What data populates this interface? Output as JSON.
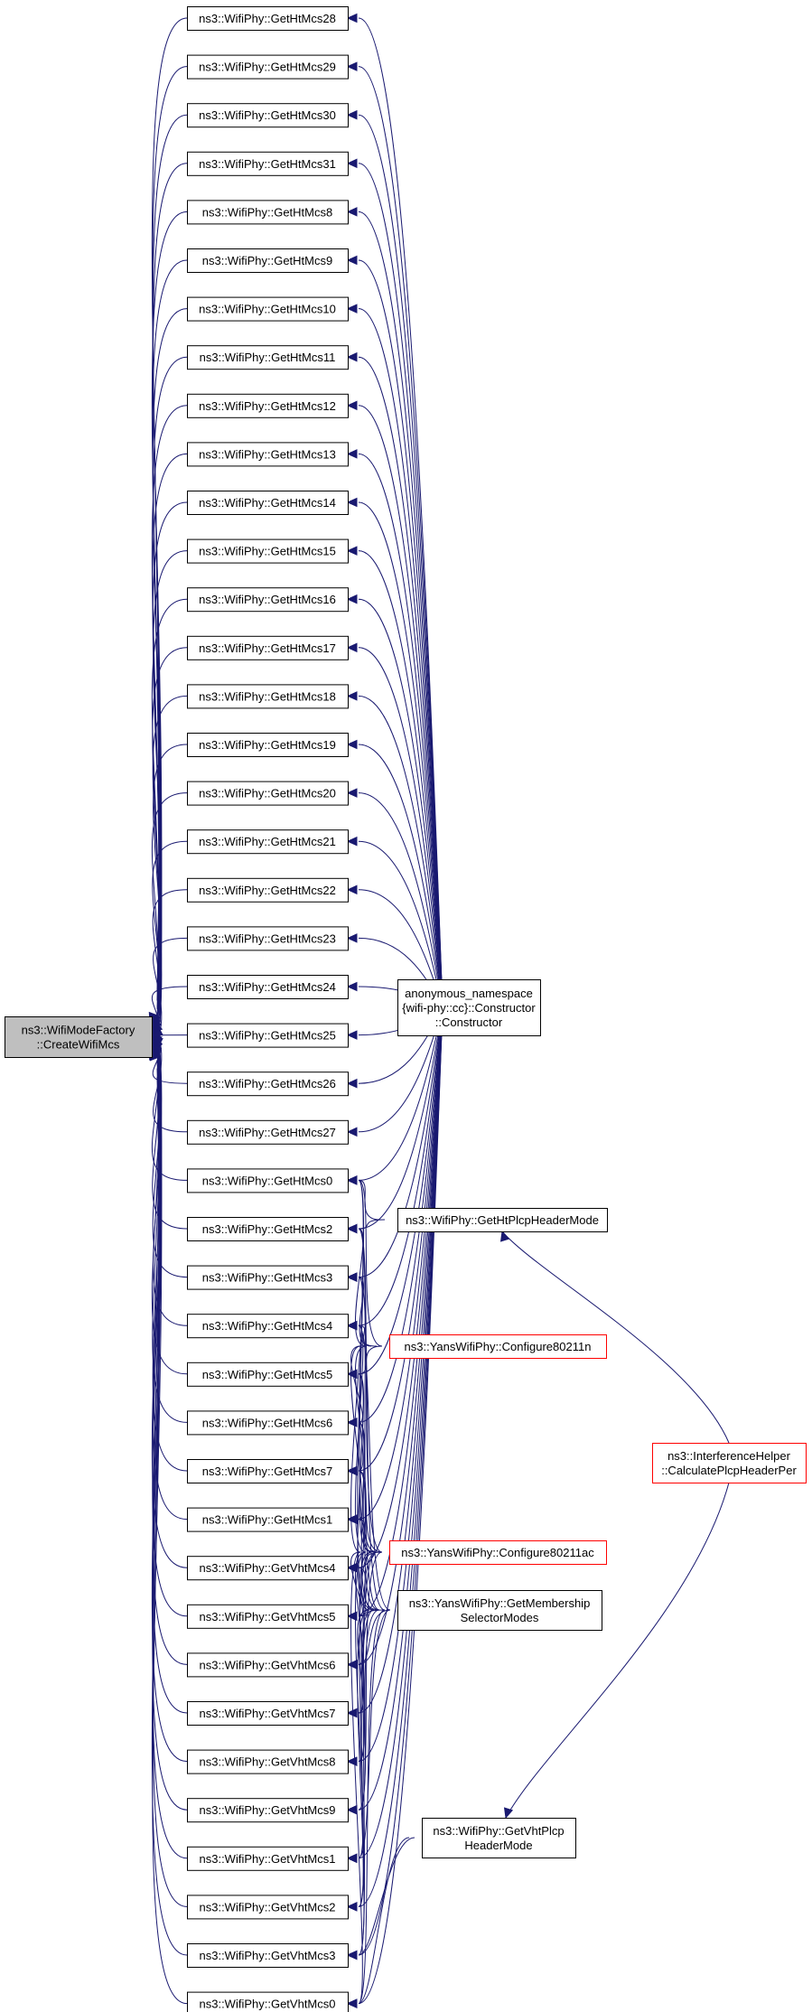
{
  "colors": {
    "edge": "#191970",
    "border": "#000000",
    "border_highlight": "#ff0000",
    "focus_fill": "#bfbfbf",
    "node_fill": "#ffffff",
    "text": "#000000"
  },
  "focus": {
    "id": "createWifiMcs",
    "lines": [
      "ns3::WifiModeFactory",
      "::CreateWifiMcs"
    ]
  },
  "nodes": [
    {
      "id": "ht28",
      "lines": [
        "ns3::WifiPhy::GetHtMcs28"
      ]
    },
    {
      "id": "ht29",
      "lines": [
        "ns3::WifiPhy::GetHtMcs29"
      ]
    },
    {
      "id": "ht30",
      "lines": [
        "ns3::WifiPhy::GetHtMcs30"
      ]
    },
    {
      "id": "ht31",
      "lines": [
        "ns3::WifiPhy::GetHtMcs31"
      ]
    },
    {
      "id": "ht8",
      "lines": [
        "ns3::WifiPhy::GetHtMcs8"
      ]
    },
    {
      "id": "ht9",
      "lines": [
        "ns3::WifiPhy::GetHtMcs9"
      ]
    },
    {
      "id": "ht10",
      "lines": [
        "ns3::WifiPhy::GetHtMcs10"
      ]
    },
    {
      "id": "ht11",
      "lines": [
        "ns3::WifiPhy::GetHtMcs11"
      ]
    },
    {
      "id": "ht12",
      "lines": [
        "ns3::WifiPhy::GetHtMcs12"
      ]
    },
    {
      "id": "ht13",
      "lines": [
        "ns3::WifiPhy::GetHtMcs13"
      ]
    },
    {
      "id": "ht14",
      "lines": [
        "ns3::WifiPhy::GetHtMcs14"
      ]
    },
    {
      "id": "ht15",
      "lines": [
        "ns3::WifiPhy::GetHtMcs15"
      ]
    },
    {
      "id": "ht16",
      "lines": [
        "ns3::WifiPhy::GetHtMcs16"
      ]
    },
    {
      "id": "ht17",
      "lines": [
        "ns3::WifiPhy::GetHtMcs17"
      ]
    },
    {
      "id": "ht18",
      "lines": [
        "ns3::WifiPhy::GetHtMcs18"
      ]
    },
    {
      "id": "ht19",
      "lines": [
        "ns3::WifiPhy::GetHtMcs19"
      ]
    },
    {
      "id": "ht20",
      "lines": [
        "ns3::WifiPhy::GetHtMcs20"
      ]
    },
    {
      "id": "ht21",
      "lines": [
        "ns3::WifiPhy::GetHtMcs21"
      ]
    },
    {
      "id": "ht22",
      "lines": [
        "ns3::WifiPhy::GetHtMcs22"
      ]
    },
    {
      "id": "ht23",
      "lines": [
        "ns3::WifiPhy::GetHtMcs23"
      ]
    },
    {
      "id": "ht24",
      "lines": [
        "ns3::WifiPhy::GetHtMcs24"
      ]
    },
    {
      "id": "ht25",
      "lines": [
        "ns3::WifiPhy::GetHtMcs25"
      ]
    },
    {
      "id": "ht26",
      "lines": [
        "ns3::WifiPhy::GetHtMcs26"
      ]
    },
    {
      "id": "ht27",
      "lines": [
        "ns3::WifiPhy::GetHtMcs27"
      ]
    },
    {
      "id": "ht0",
      "lines": [
        "ns3::WifiPhy::GetHtMcs0"
      ]
    },
    {
      "id": "ht2",
      "lines": [
        "ns3::WifiPhy::GetHtMcs2"
      ]
    },
    {
      "id": "ht3",
      "lines": [
        "ns3::WifiPhy::GetHtMcs3"
      ]
    },
    {
      "id": "ht4",
      "lines": [
        "ns3::WifiPhy::GetHtMcs4"
      ]
    },
    {
      "id": "ht5",
      "lines": [
        "ns3::WifiPhy::GetHtMcs5"
      ]
    },
    {
      "id": "ht6",
      "lines": [
        "ns3::WifiPhy::GetHtMcs6"
      ]
    },
    {
      "id": "ht7",
      "lines": [
        "ns3::WifiPhy::GetHtMcs7"
      ]
    },
    {
      "id": "ht1",
      "lines": [
        "ns3::WifiPhy::GetHtMcs1"
      ]
    },
    {
      "id": "vht4",
      "lines": [
        "ns3::WifiPhy::GetVhtMcs4"
      ]
    },
    {
      "id": "vht5",
      "lines": [
        "ns3::WifiPhy::GetVhtMcs5"
      ]
    },
    {
      "id": "vht6",
      "lines": [
        "ns3::WifiPhy::GetVhtMcs6"
      ]
    },
    {
      "id": "vht7",
      "lines": [
        "ns3::WifiPhy::GetVhtMcs7"
      ]
    },
    {
      "id": "vht8",
      "lines": [
        "ns3::WifiPhy::GetVhtMcs8"
      ]
    },
    {
      "id": "vht9",
      "lines": [
        "ns3::WifiPhy::GetVhtMcs9"
      ]
    },
    {
      "id": "vht1",
      "lines": [
        "ns3::WifiPhy::GetVhtMcs1"
      ]
    },
    {
      "id": "vht2",
      "lines": [
        "ns3::WifiPhy::GetVhtMcs2"
      ]
    },
    {
      "id": "vht3",
      "lines": [
        "ns3::WifiPhy::GetVhtMcs3"
      ]
    },
    {
      "id": "vht0",
      "lines": [
        "ns3::WifiPhy::GetVhtMcs0"
      ]
    },
    {
      "id": "anon",
      "lines": [
        "anonymous_namespace",
        "{wifi-phy::cc}::Constructor",
        "::Constructor"
      ]
    },
    {
      "id": "htPlcp",
      "lines": [
        "ns3::WifiPhy::GetHtPlcpHeaderMode"
      ]
    },
    {
      "id": "cfg11n",
      "lines": [
        "ns3::YansWifiPhy::Configure80211n"
      ],
      "highlight": true
    },
    {
      "id": "cfg11ac",
      "lines": [
        "ns3::YansWifiPhy::Configure80211ac"
      ],
      "highlight": true
    },
    {
      "id": "getMem",
      "lines": [
        "ns3::YansWifiPhy::GetMembership",
        "SelectorModes"
      ]
    },
    {
      "id": "vhtPlcp",
      "lines": [
        "ns3::WifiPhy::GetVhtPlcp",
        "HeaderMode"
      ]
    },
    {
      "id": "calcPer",
      "lines": [
        "ns3::InterferenceHelper",
        "::CalculatePlcpHeaderPer"
      ],
      "highlight": true
    }
  ],
  "edges": [
    {
      "from": "anon",
      "to": "ht28"
    },
    {
      "from": "anon",
      "to": "ht29"
    },
    {
      "from": "anon",
      "to": "ht30"
    },
    {
      "from": "anon",
      "to": "ht31"
    },
    {
      "from": "anon",
      "to": "ht8"
    },
    {
      "from": "anon",
      "to": "ht9"
    },
    {
      "from": "anon",
      "to": "ht10"
    },
    {
      "from": "anon",
      "to": "ht11"
    },
    {
      "from": "anon",
      "to": "ht12"
    },
    {
      "from": "anon",
      "to": "ht13"
    },
    {
      "from": "anon",
      "to": "ht14"
    },
    {
      "from": "anon",
      "to": "ht15"
    },
    {
      "from": "anon",
      "to": "ht16"
    },
    {
      "from": "anon",
      "to": "ht17"
    },
    {
      "from": "anon",
      "to": "ht18"
    },
    {
      "from": "anon",
      "to": "ht19"
    },
    {
      "from": "anon",
      "to": "ht20"
    },
    {
      "from": "anon",
      "to": "ht21"
    },
    {
      "from": "anon",
      "to": "ht22"
    },
    {
      "from": "anon",
      "to": "ht23"
    },
    {
      "from": "anon",
      "to": "ht24"
    },
    {
      "from": "anon",
      "to": "ht25"
    },
    {
      "from": "anon",
      "to": "ht26"
    },
    {
      "from": "anon",
      "to": "ht27"
    },
    {
      "from": "anon",
      "to": "ht0"
    },
    {
      "from": "anon",
      "to": "ht2"
    },
    {
      "from": "anon",
      "to": "ht3"
    },
    {
      "from": "anon",
      "to": "ht4"
    },
    {
      "from": "anon",
      "to": "ht5"
    },
    {
      "from": "anon",
      "to": "ht6"
    },
    {
      "from": "anon",
      "to": "ht7"
    },
    {
      "from": "anon",
      "to": "ht1"
    },
    {
      "from": "anon",
      "to": "vht4"
    },
    {
      "from": "anon",
      "to": "vht5"
    },
    {
      "from": "anon",
      "to": "vht6"
    },
    {
      "from": "anon",
      "to": "vht7"
    },
    {
      "from": "anon",
      "to": "vht8"
    },
    {
      "from": "anon",
      "to": "vht9"
    },
    {
      "from": "anon",
      "to": "vht1"
    },
    {
      "from": "anon",
      "to": "vht2"
    },
    {
      "from": "anon",
      "to": "vht3"
    },
    {
      "from": "anon",
      "to": "vht0"
    },
    {
      "from": "htPlcp",
      "to": "ht0"
    },
    {
      "from": "htPlcp",
      "to": "ht2"
    },
    {
      "from": "cfg11n",
      "to": "ht0"
    },
    {
      "from": "cfg11n",
      "to": "ht1"
    },
    {
      "from": "cfg11n",
      "to": "ht2"
    },
    {
      "from": "cfg11n",
      "to": "ht3"
    },
    {
      "from": "cfg11n",
      "to": "ht4"
    },
    {
      "from": "cfg11n",
      "to": "ht5"
    },
    {
      "from": "cfg11n",
      "to": "ht6"
    },
    {
      "from": "cfg11n",
      "to": "ht7"
    },
    {
      "from": "cfg11ac",
      "to": "ht0"
    },
    {
      "from": "cfg11ac",
      "to": "ht1"
    },
    {
      "from": "cfg11ac",
      "to": "ht2"
    },
    {
      "from": "cfg11ac",
      "to": "ht3"
    },
    {
      "from": "cfg11ac",
      "to": "ht4"
    },
    {
      "from": "cfg11ac",
      "to": "ht5"
    },
    {
      "from": "cfg11ac",
      "to": "ht6"
    },
    {
      "from": "cfg11ac",
      "to": "ht7"
    },
    {
      "from": "cfg11ac",
      "to": "vht0"
    },
    {
      "from": "cfg11ac",
      "to": "vht1"
    },
    {
      "from": "cfg11ac",
      "to": "vht2"
    },
    {
      "from": "cfg11ac",
      "to": "vht3"
    },
    {
      "from": "cfg11ac",
      "to": "vht4"
    },
    {
      "from": "cfg11ac",
      "to": "vht5"
    },
    {
      "from": "cfg11ac",
      "to": "vht6"
    },
    {
      "from": "cfg11ac",
      "to": "vht7"
    },
    {
      "from": "cfg11ac",
      "to": "vht8"
    },
    {
      "from": "cfg11ac",
      "to": "vht9"
    },
    {
      "from": "getMem",
      "to": "ht0"
    },
    {
      "from": "getMem",
      "to": "ht1"
    },
    {
      "from": "getMem",
      "to": "ht2"
    },
    {
      "from": "getMem",
      "to": "ht3"
    },
    {
      "from": "getMem",
      "to": "ht4"
    },
    {
      "from": "getMem",
      "to": "ht5"
    },
    {
      "from": "getMem",
      "to": "ht6"
    },
    {
      "from": "getMem",
      "to": "ht7"
    },
    {
      "from": "getMem",
      "to": "vht0"
    },
    {
      "from": "getMem",
      "to": "vht1"
    },
    {
      "from": "getMem",
      "to": "vht2"
    },
    {
      "from": "getMem",
      "to": "vht3"
    },
    {
      "from": "getMem",
      "to": "vht4"
    },
    {
      "from": "getMem",
      "to": "vht5"
    },
    {
      "from": "getMem",
      "to": "vht6"
    },
    {
      "from": "getMem",
      "to": "vht7"
    },
    {
      "from": "getMem",
      "to": "vht8"
    },
    {
      "from": "getMem",
      "to": "vht9"
    },
    {
      "from": "vhtPlcp",
      "to": "vht0"
    },
    {
      "from": "vhtPlcp",
      "to": "vht3"
    },
    {
      "from": "calcPer",
      "to": "htPlcp"
    },
    {
      "from": "calcPer",
      "to": "vhtPlcp"
    }
  ]
}
